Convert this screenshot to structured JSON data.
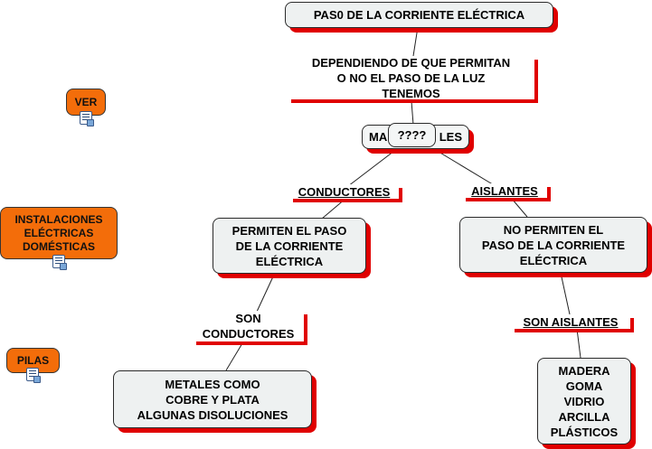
{
  "nodes": {
    "top": "PAS0 DE LA CORRIENTE ELÉCTRICA",
    "depending": "DEPENDIENDO DE QUE PERMITAN\nO NO EL PASO DE LA LUZ\nTENEMOS",
    "materials_left": "MA",
    "materials_right": "LES",
    "question": "????",
    "conductors": "CONDUCTORES",
    "insulators": "AISLANTES",
    "allow": "PERMITEN EL PASO\nDE LA CORRIENTE\nELÉCTRICA",
    "not_allow": "NO PERMITEN EL\nPASO DE LA CORRIENTE\nELÉCTRICA",
    "are_conductors": "SON\nCONDUCTORES",
    "are_insulators": "SON AISLANTES",
    "metals": "METALES COMO\nCOBRE Y PLATA\nALGUNAS DISOLUCIONES",
    "insulator_list": "MADERA\nGOMA\nVIDRIO\nARCILLA\nPLÁSTICOS"
  },
  "sidebar": {
    "ver": "VER",
    "installations": "INSTALACIONES\nELÉCTRICAS\nDOMÉSTICAS",
    "pilas": "PILAS"
  },
  "icons": {
    "ver": "document-icon",
    "installations": "document-icon",
    "pilas": "document-icon"
  },
  "colors": {
    "accent_shadow": "#e00000",
    "side_fill": "#f36d0a",
    "box_fill": "#eef1f1"
  }
}
